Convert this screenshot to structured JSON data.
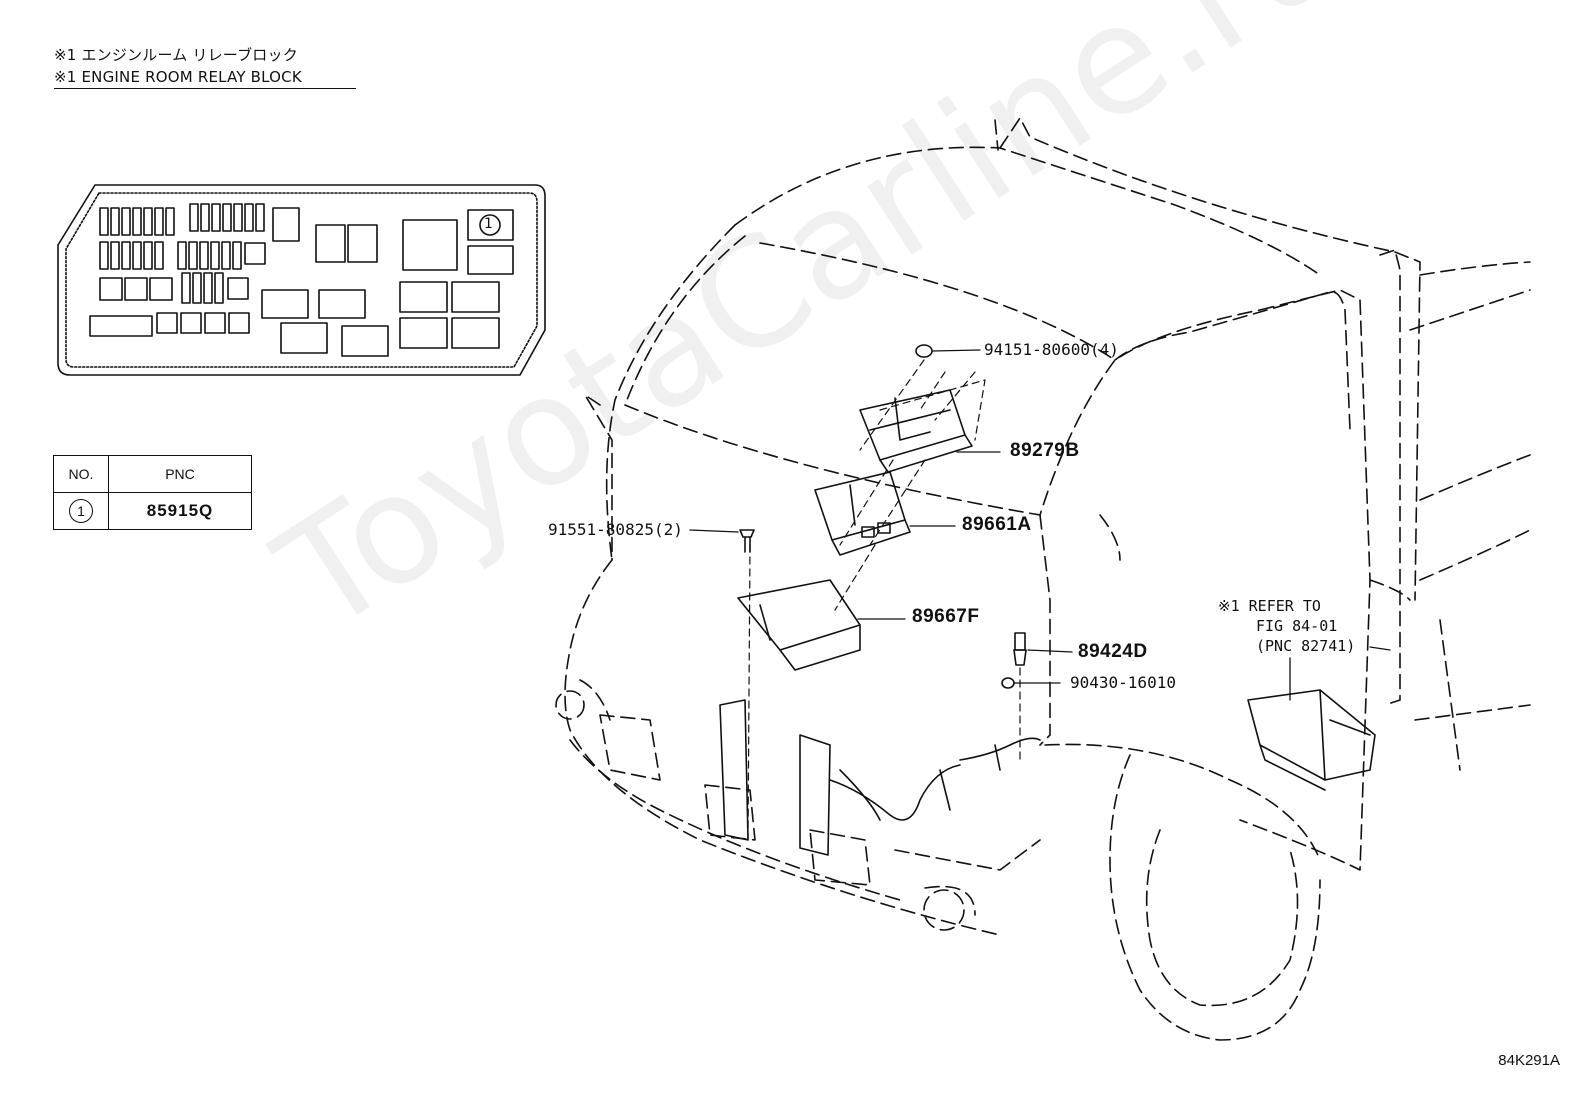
{
  "header": {
    "line_jp": "※1 エンジンルーム リレーブロック",
    "line_en": "※1 ENGINE ROOM RELAY BLOCK"
  },
  "relay_block": {
    "callout": "1"
  },
  "pnc_table": {
    "col_no": "NO.",
    "col_pnc": "PNC",
    "rows": [
      {
        "no": "1",
        "pnc": "85915Q"
      }
    ]
  },
  "labels": {
    "nut": "94151-80600(4)",
    "bracket_ecu": "89279B",
    "ecu": "89661A",
    "bolt": "91551-80825(2)",
    "bracket_lower": "89667F",
    "sensor": "89424D",
    "gasket": "90430-16010"
  },
  "refer_note": {
    "line1": "※1 REFER TO",
    "line2": "FIG 84-01",
    "line3": "(PNC 82741)"
  },
  "figure_code": "84K291A",
  "watermark": "ToyotaCarline.ru"
}
